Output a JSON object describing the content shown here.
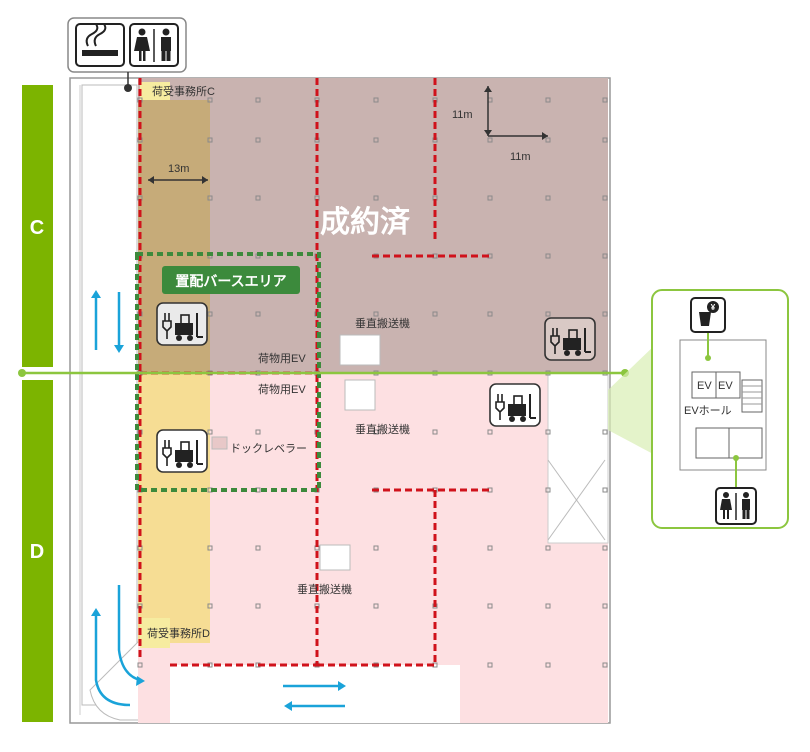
{
  "zones": {
    "upper": "C",
    "lower": "D"
  },
  "labels": {
    "office_c": "荷受事務所C",
    "office_d": "荷受事務所D",
    "contracted": "成約済",
    "staging_area": "置配バースエリア",
    "freight_ev_upper": "荷物用EV",
    "freight_ev_lower": "荷物用EV",
    "vertical_conveyor_1": "垂直搬送機",
    "vertical_conveyor_2": "垂直搬送機",
    "vertical_conveyor_3": "垂直搬送機",
    "dock_leveler": "ドックレベラー",
    "dim_13m": "13m",
    "dim_11m_v": "11m",
    "dim_11m_h": "11m",
    "ev_left": "EV",
    "ev_right": "EV",
    "ev_hall": "EVホール"
  },
  "icons": {
    "smoking": "smoking-icon",
    "restroom": "restroom-icon",
    "forklift": "forklift-charging-icon",
    "vending": "vending-machine-icon"
  },
  "colors": {
    "zone_green": "#7cb400",
    "contracted_fill": "#c9b3b0",
    "available_fill": "#fde0e2",
    "berth_fill": "#f6dd94",
    "staging_green": "#3c8a3c",
    "boundary_red": "#d0121b",
    "arrow_blue": "#1aa3d9"
  }
}
